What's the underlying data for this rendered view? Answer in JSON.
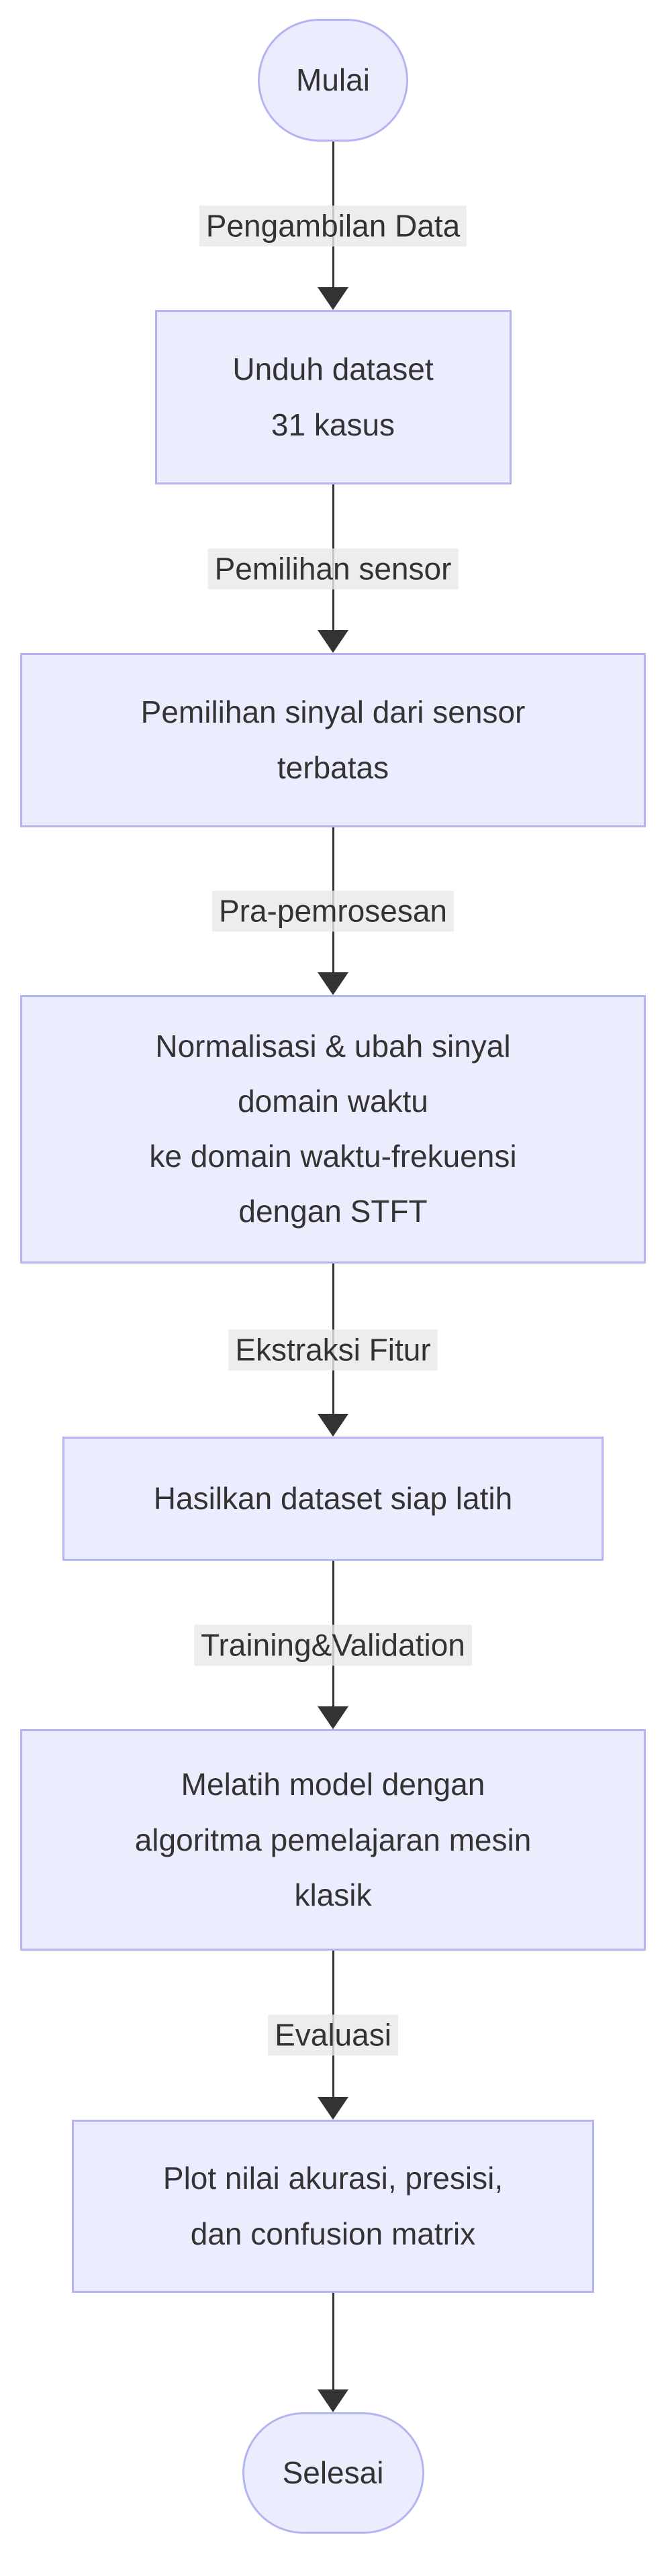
{
  "diagram": {
    "type": "flowchart",
    "direction": "top-to-bottom",
    "background": "#FFFFFF",
    "colors": {
      "node_fill": "#ECECFF",
      "node_border": "#B4B4F0",
      "edge_label_bg": "#E8E8E8",
      "text": "#333333",
      "edge_line": "#333333"
    },
    "nodes": [
      {
        "id": "start",
        "shape": "stadium",
        "label": "Mulai"
      },
      {
        "id": "download",
        "shape": "rect",
        "label": "Unduh dataset\n31 kasus"
      },
      {
        "id": "select-signal",
        "shape": "rect",
        "label": "Pemilihan sinyal dari sensor\nterbatas"
      },
      {
        "id": "preprocess",
        "shape": "rect",
        "label": "Normalisasi & ubah sinyal\ndomain waktu\nke domain waktu-frekuensi\ndengan STFT"
      },
      {
        "id": "dataset-ready",
        "shape": "rect",
        "label": "Hasilkan dataset siap latih"
      },
      {
        "id": "train",
        "shape": "rect",
        "label": "Melatih model dengan\nalgoritma pemelajaran mesin\nklasik"
      },
      {
        "id": "plot",
        "shape": "rect",
        "label": "Plot nilai akurasi, presisi,\ndan confusion matrix"
      },
      {
        "id": "end",
        "shape": "stadium",
        "label": "Selesai"
      }
    ],
    "edges": [
      {
        "from": "start",
        "to": "download",
        "label": "Pengambilan Data"
      },
      {
        "from": "download",
        "to": "select-signal",
        "label": "Pemilihan sensor"
      },
      {
        "from": "select-signal",
        "to": "preprocess",
        "label": "Pra-pemrosesan"
      },
      {
        "from": "preprocess",
        "to": "dataset-ready",
        "label": "Ekstraksi Fitur"
      },
      {
        "from": "dataset-ready",
        "to": "train",
        "label": "Training&Validation"
      },
      {
        "from": "train",
        "to": "plot",
        "label": "Evaluasi"
      },
      {
        "from": "plot",
        "to": "end",
        "label": ""
      }
    ]
  }
}
